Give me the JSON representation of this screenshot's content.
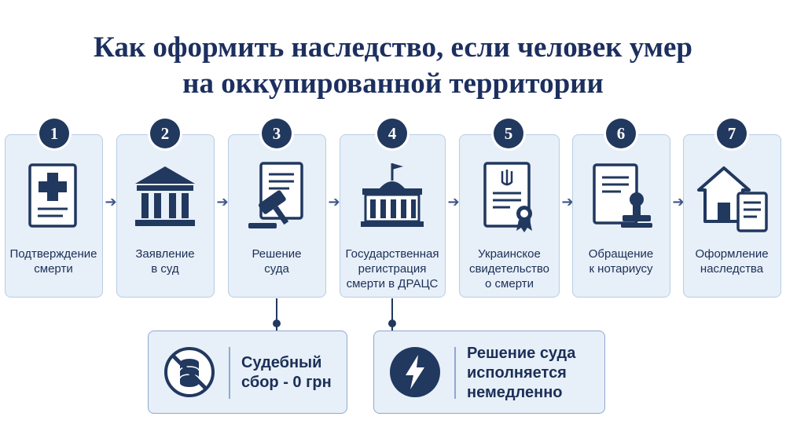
{
  "title": {
    "line1": "Как оформить наследство, если человек умер",
    "line2": "на оккупированной территории"
  },
  "steps": [
    {
      "number": "1",
      "icon": "medical-certificate-icon",
      "label_lines": [
        "Подтверждение",
        "смерти"
      ]
    },
    {
      "number": "2",
      "icon": "courthouse-icon",
      "label_lines": [
        "Заявление",
        "в суд"
      ]
    },
    {
      "number": "3",
      "icon": "gavel-document-icon",
      "label_lines": [
        "Решение",
        "суда"
      ]
    },
    {
      "number": "4",
      "icon": "government-building-icon",
      "label_lines": [
        "Государственная",
        "регистрация",
        "смерти в ДРАЦС"
      ]
    },
    {
      "number": "5",
      "icon": "certificate-with-seal-icon",
      "label_lines": [
        "Украинское",
        "свидетельство",
        "о смерти"
      ]
    },
    {
      "number": "6",
      "icon": "notary-stamp-icon",
      "label_lines": [
        "Обращение",
        "к нотариусу"
      ]
    },
    {
      "number": "7",
      "icon": "house-document-icon",
      "label_lines": [
        "Оформление",
        "наследства"
      ]
    }
  ],
  "notes": [
    {
      "icon": "no-coins-icon",
      "lines": [
        "Судебный",
        "сбор - 0 грн"
      ]
    },
    {
      "icon": "lightning-icon",
      "lines": [
        "Решение суда",
        "исполняется",
        "немедленно"
      ]
    }
  ],
  "colors": {
    "navy": "#21385f",
    "card_bg": "#e7eff8",
    "card_border": "#b9cde5"
  }
}
